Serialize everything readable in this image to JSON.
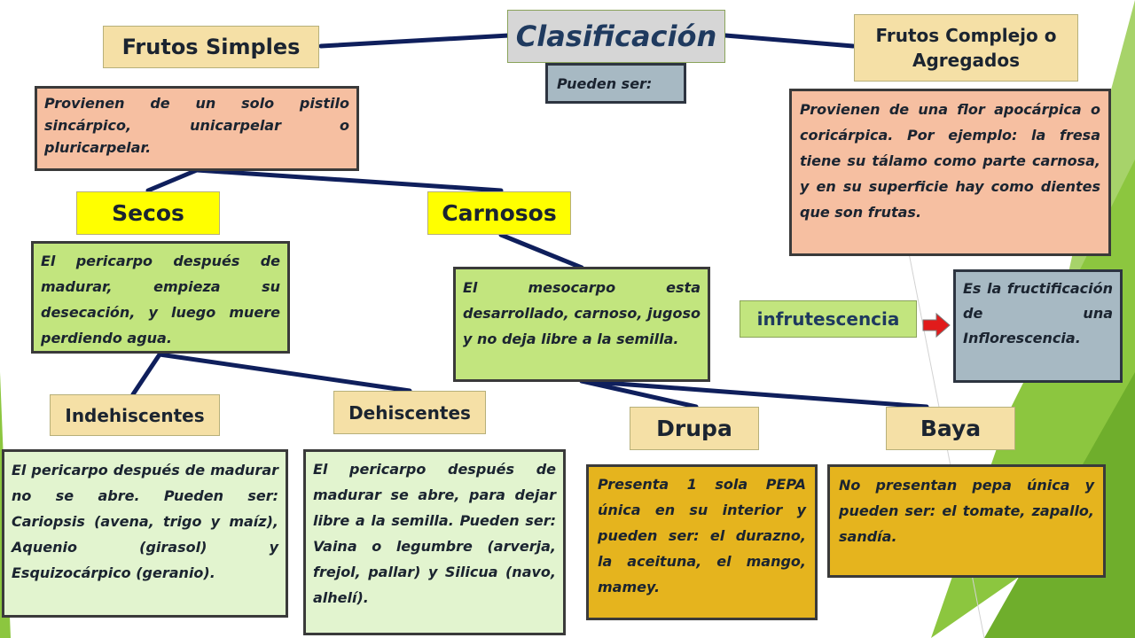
{
  "title": "Clasificación",
  "subtitle": "Pueden ser:",
  "simples": {
    "label": "Frutos Simples",
    "desc": "Provienen de un solo pistilo sincárpico, unicarpelar o pluricarpelar."
  },
  "complejos": {
    "label": "Frutos Complejo o Agregados",
    "desc": "Provienen de una flor apocárpica o coricárpica. Por ejemplo: la fresa tiene su tálamo como parte carnosa, y en su superficie hay como dientes que son frutas."
  },
  "secos": {
    "label": "Secos",
    "desc": "El pericarpo después de madurar, empieza su desecación, y luego muere perdiendo agua."
  },
  "carnosos": {
    "label": "Carnosos",
    "desc": "El mesocarpo esta desarrollado, carnoso, jugoso y no deja libre a la semilla."
  },
  "infrutescencia": {
    "label": "infrutescencia",
    "desc": "Es la fructificación de una Inflorescencia."
  },
  "indehiscentes": {
    "label": "Indehiscentes",
    "desc": "El pericarpo después de madurar no se abre. Pueden ser: Cariopsis (avena, trigo y maíz), Aquenio (girasol) y Esquizocárpico (geranio)."
  },
  "dehiscentes": {
    "label": "Dehiscentes",
    "desc": "El pericarpo después de madurar se abre, para dejar libre a la semilla. Pueden ser: Vaina o legumbre (arverja, frejol, pallar) y Silicua (navo, alhelí)."
  },
  "drupa": {
    "label": "Drupa",
    "desc": "Presenta 1 sola PEPA única en su interior y pueden ser: el durazno, la aceituna, el mango, mamey."
  },
  "baya": {
    "label": "Baya",
    "desc": "No presentan pepa única y pueden ser: el tomate, zapallo, sandía."
  },
  "colors": {
    "connector": "#0f1f5c",
    "arrow": "#e11b1b",
    "title_text": "#1f3a5f",
    "accent_green": "#8cc63f"
  },
  "icons": {
    "arrow": "right-arrow-icon"
  }
}
